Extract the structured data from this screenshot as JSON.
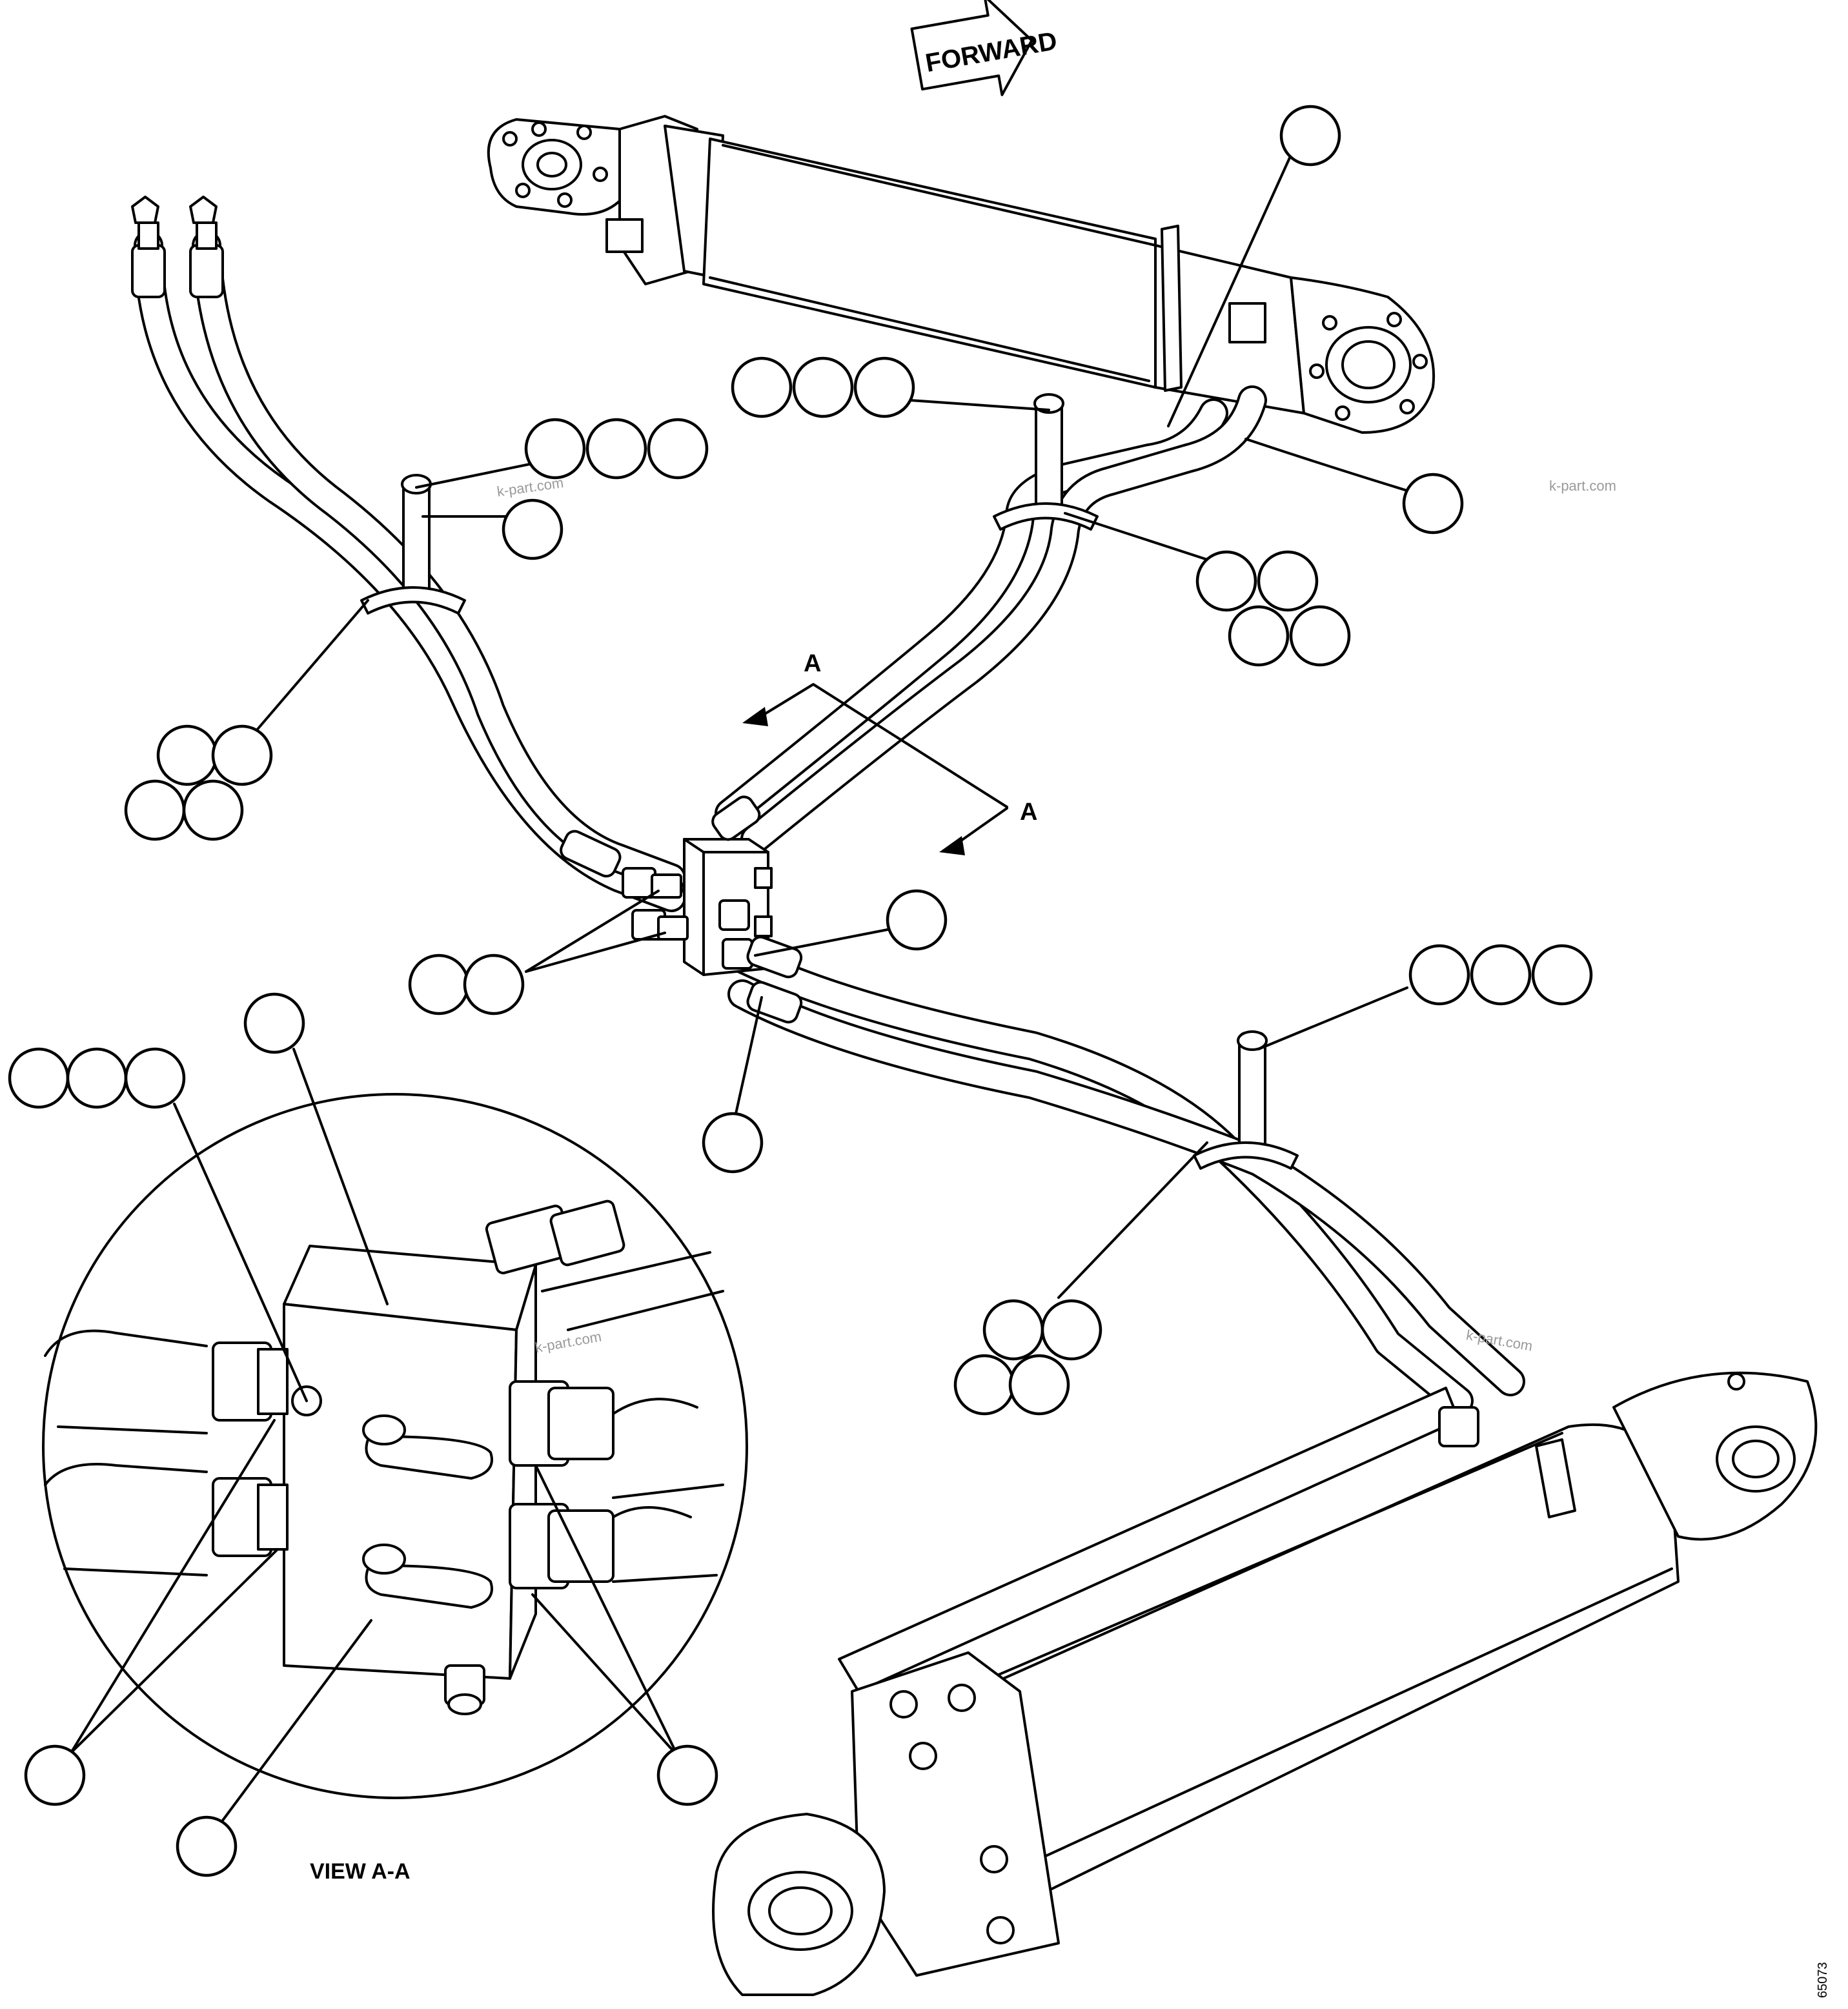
{
  "diagram": {
    "direction_label": "FORWARD",
    "section_marker": "A",
    "view_label": "VIEW A-A",
    "watermark": "k-part.com",
    "figure_code": "65073",
    "callout_bubbles": "blank (no numbers shown)"
  },
  "components": {
    "upper_cylinder": "hydraulic-cylinder-upper",
    "lower_cylinder": "hydraulic-cylinder-lower",
    "manifold": "valve-block-manifold",
    "hoses": "hydraulic-hose-pairs",
    "clamps": "hose-clamps"
  }
}
